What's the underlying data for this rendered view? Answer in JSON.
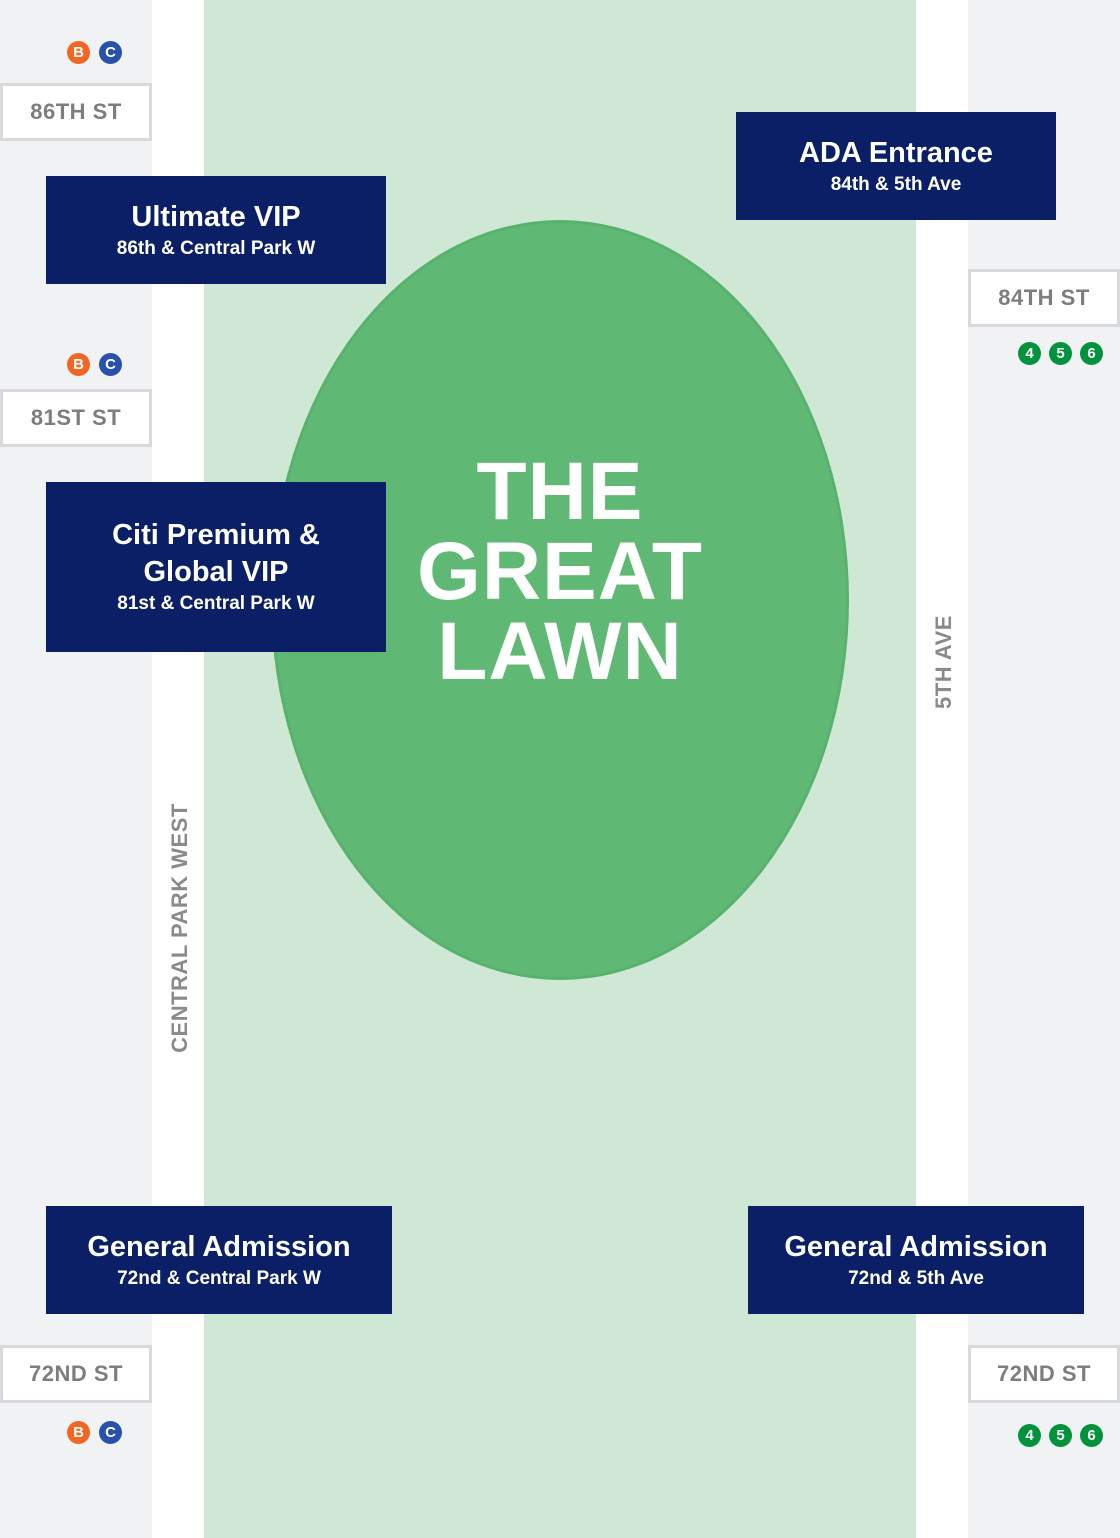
{
  "colors": {
    "navy": "#0b1f66",
    "lawn": "#5fb974",
    "park": "#cfe8d6",
    "line_bc_b": "#f26522",
    "line_bc_c": "#2850ad",
    "line_456": "#00933c"
  },
  "lawn": {
    "lines": [
      "THE",
      "GREAT",
      "LAWN"
    ]
  },
  "avenues": {
    "west": "CENTRAL PARK WEST",
    "east": "5TH AVE"
  },
  "streets": {
    "w86": "86TH ST",
    "w81": "81ST ST",
    "w72": "72ND ST",
    "e84": "84TH ST",
    "e72": "72ND ST"
  },
  "gates": [
    {
      "title": "Ultimate VIP",
      "subtitle": "86th & Central Park W"
    },
    {
      "title": "ADA Entrance",
      "subtitle": "84th & 5th Ave"
    },
    {
      "title": "Citi Premium & Global VIP",
      "subtitle": "81st & Central Park W"
    },
    {
      "title": "General Admission",
      "subtitle": "72nd & Central Park W"
    },
    {
      "title": "General Admission",
      "subtitle": "72nd & 5th Ave"
    }
  ],
  "subway": {
    "west_lines": [
      "B",
      "C"
    ],
    "east_lines": [
      "4",
      "5",
      "6"
    ]
  }
}
